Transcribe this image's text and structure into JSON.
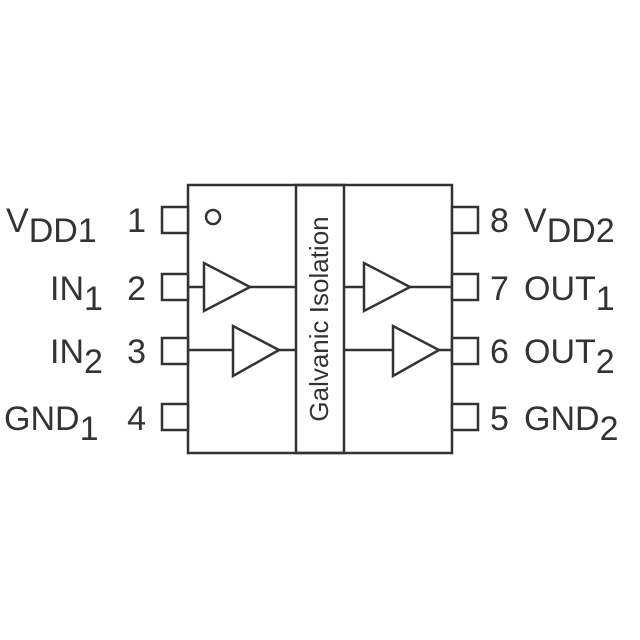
{
  "colors": {
    "line": "#333333",
    "background": "#ffffff"
  },
  "barrier_label": "Galvanic Isolation",
  "pins": [
    {
      "num": "1",
      "name": "V",
      "sub": "DD1"
    },
    {
      "num": "2",
      "name": "IN",
      "sub": "1"
    },
    {
      "num": "3",
      "name": "IN",
      "sub": "2"
    },
    {
      "num": "4",
      "name": "GND",
      "sub": "1"
    },
    {
      "num": "5",
      "name": "GND",
      "sub": "2"
    },
    {
      "num": "6",
      "name": "OUT",
      "sub": "2"
    },
    {
      "num": "7",
      "name": "OUT",
      "sub": "1"
    },
    {
      "num": "8",
      "name": "V",
      "sub": "DD2"
    }
  ]
}
